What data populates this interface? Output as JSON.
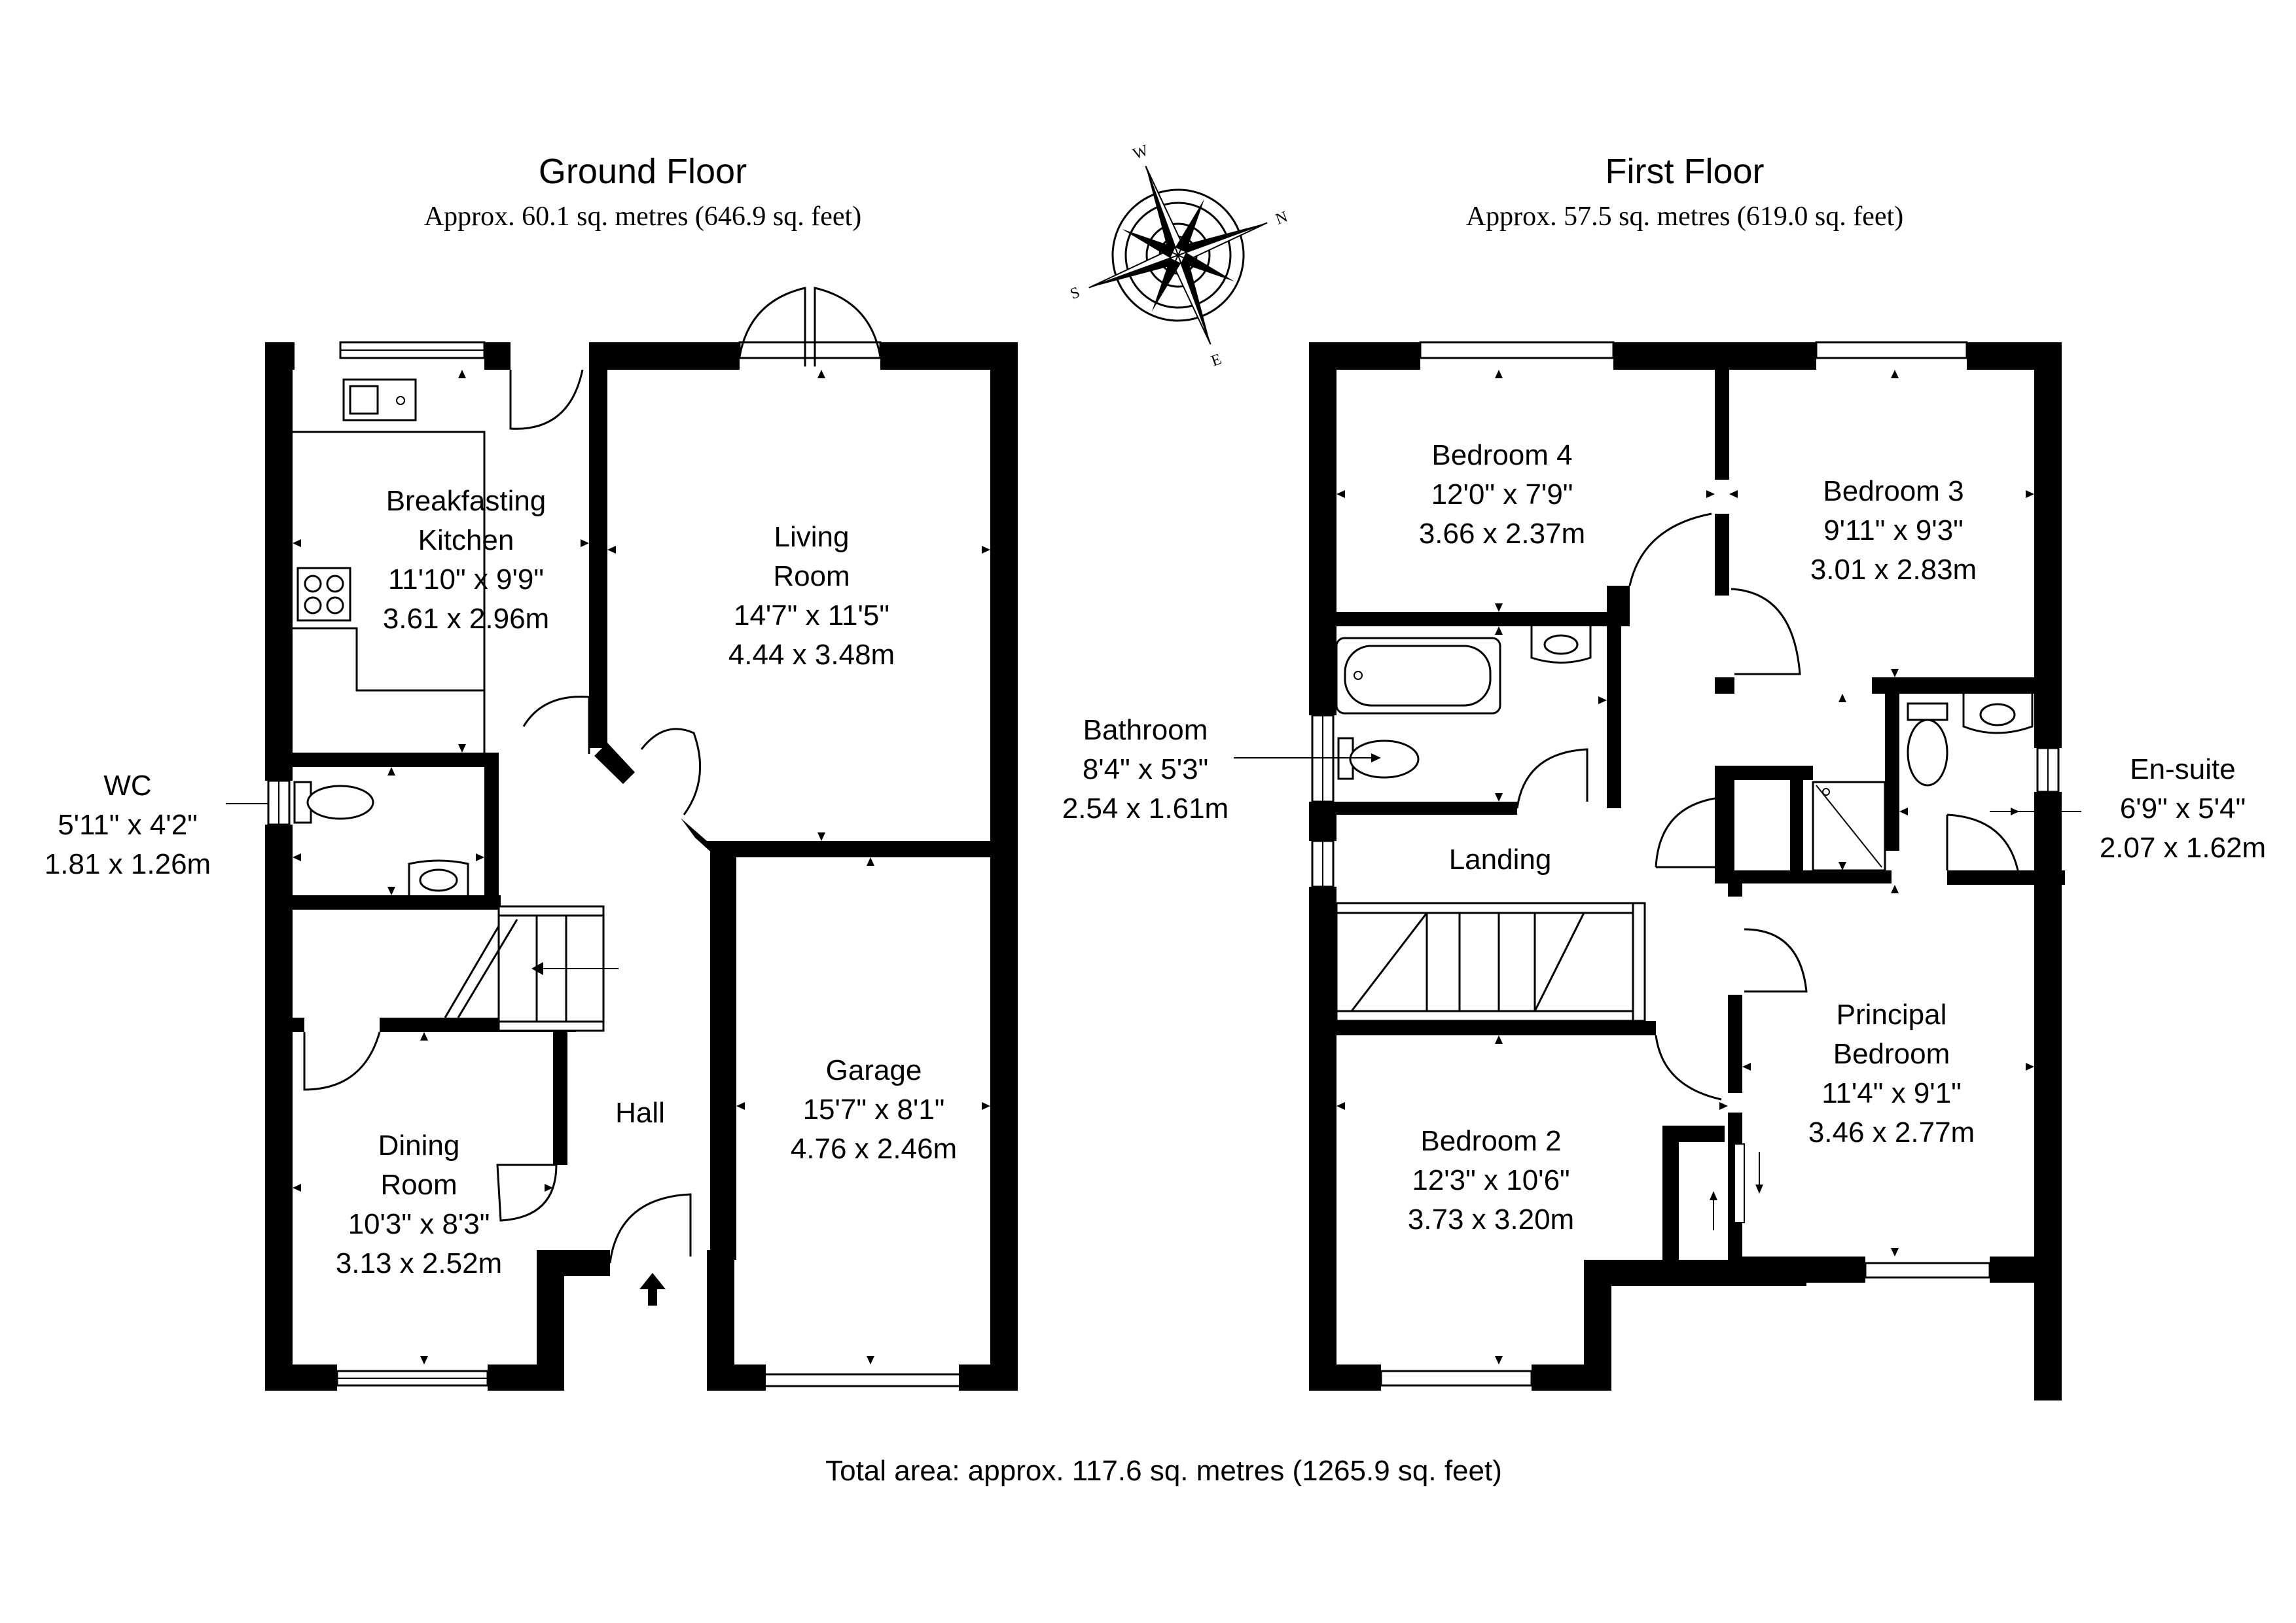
{
  "ground_floor": {
    "title": "Ground Floor",
    "area": "Approx. 60.1 sq. metres (646.9 sq. feet)",
    "rooms": {
      "kitchen": {
        "name1": "Breakfasting",
        "name2": "Kitchen",
        "imperial": "11'10\" x 9'9\"",
        "metric": "3.61 x 2.96m"
      },
      "living": {
        "name1": "Living",
        "name2": "Room",
        "imperial": "14'7\" x 11'5\"",
        "metric": "4.44 x 3.48m"
      },
      "wc": {
        "name": "WC",
        "imperial": "5'11\" x 4'2\"",
        "metric": "1.81 x 1.26m"
      },
      "hall": {
        "name": "Hall"
      },
      "garage": {
        "name": "Garage",
        "imperial": "15'7\" x 8'1\"",
        "metric": "4.76 x 2.46m"
      },
      "dining": {
        "name1": "Dining",
        "name2": "Room",
        "imperial": "10'3\" x 8'3\"",
        "metric": "3.13 x 2.52m"
      }
    }
  },
  "first_floor": {
    "title": "First Floor",
    "area": "Approx. 57.5 sq. metres (619.0 sq. feet)",
    "rooms": {
      "bedroom4": {
        "name": "Bedroom 4",
        "imperial": "12'0\" x 7'9\"",
        "metric": "3.66 x 2.37m"
      },
      "bedroom3": {
        "name": "Bedroom 3",
        "imperial": "9'11\" x 9'3\"",
        "metric": "3.01 x 2.83m"
      },
      "bathroom": {
        "name": "Bathroom",
        "imperial": "8'4\" x 5'3\"",
        "metric": "2.54 x 1.61m"
      },
      "ensuite": {
        "name": "En-suite",
        "imperial": "6'9\" x 5'4\"",
        "metric": "2.07 x 1.62m"
      },
      "landing": {
        "name": "Landing"
      },
      "principal": {
        "name1": "Principal",
        "name2": "Bedroom",
        "imperial": "11'4\" x 9'1\"",
        "metric": "3.46 x 2.77m"
      },
      "bedroom2": {
        "name": "Bedroom 2",
        "imperial": "12'3\" x 10'6\"",
        "metric": "3.73 x 3.20m"
      }
    }
  },
  "compass": {
    "n": "N",
    "s": "S",
    "e": "E",
    "w": "W"
  },
  "total_area": "Total area: approx. 117.6 sq. metres (1265.9 sq. feet)"
}
